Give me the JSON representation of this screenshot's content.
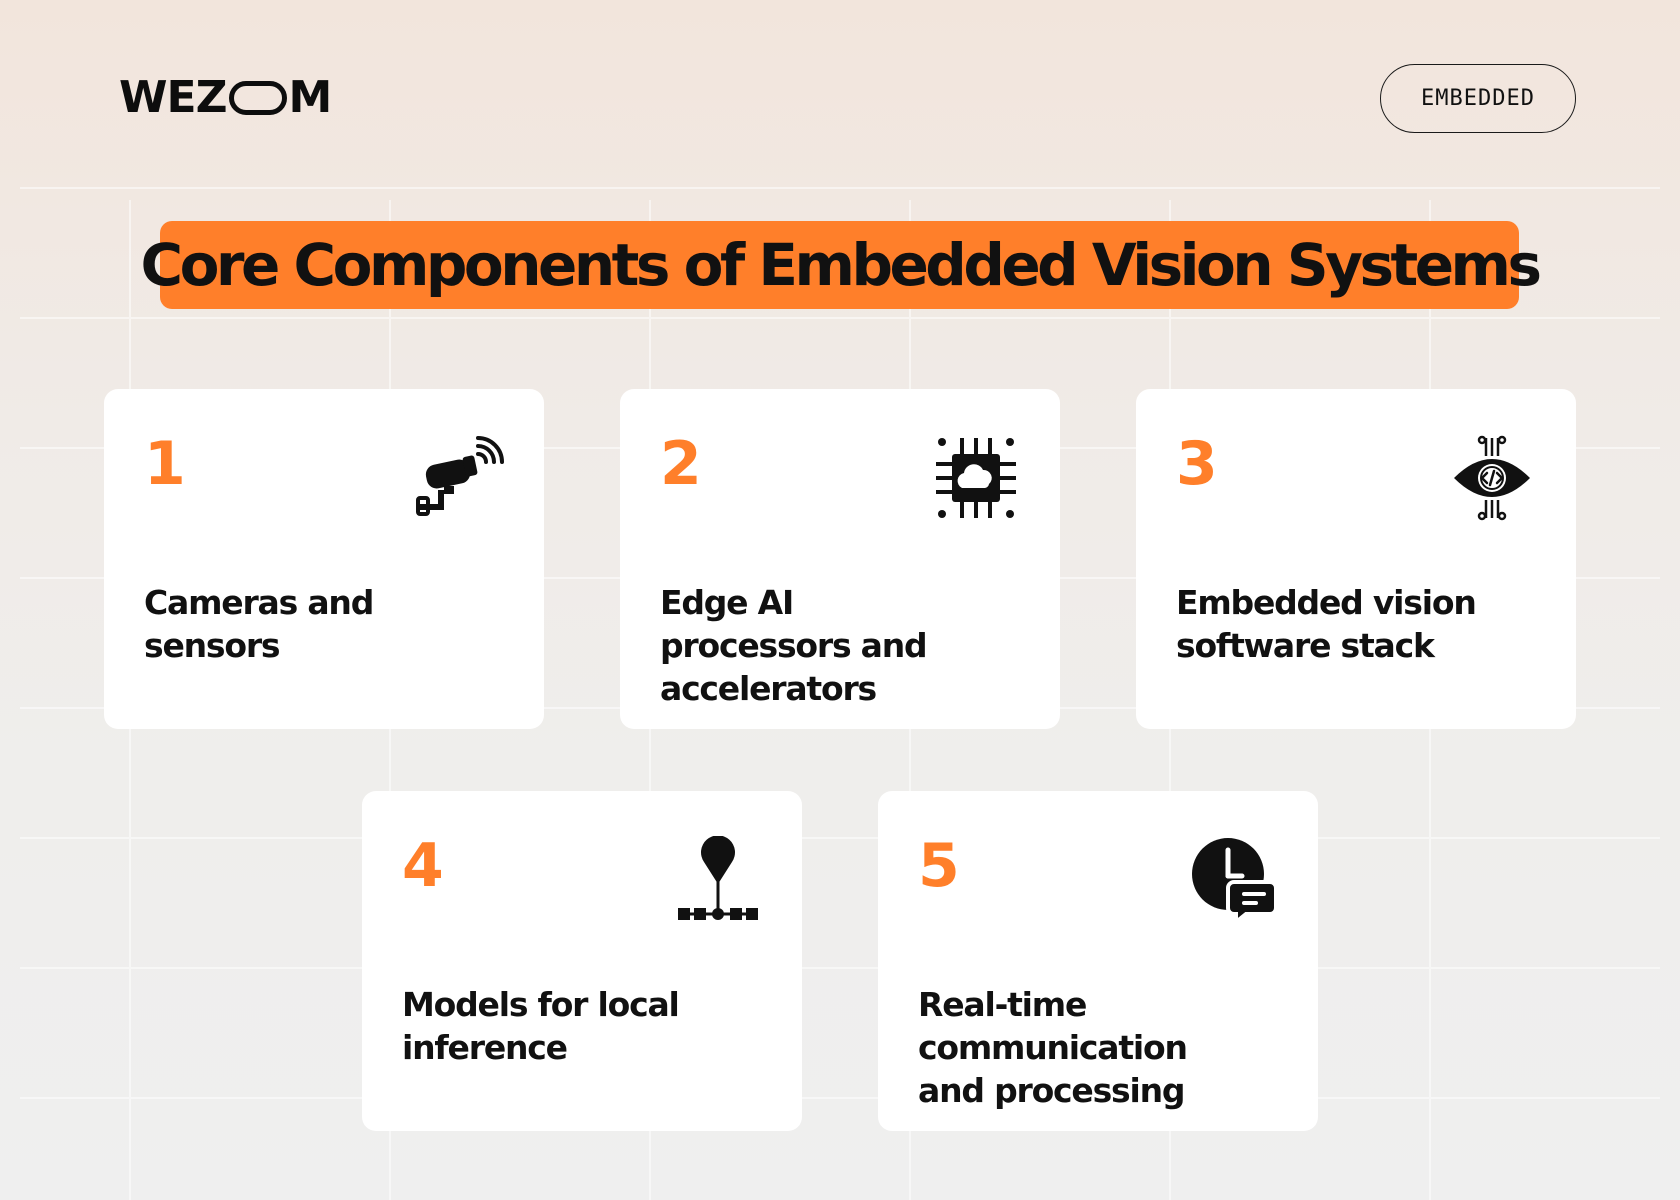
{
  "brand": {
    "logo_left": "WEZ",
    "logo_right": "M",
    "tag": "EMBEDDED"
  },
  "title": "Core Components of Embedded Vision Systems",
  "cards": [
    {
      "number": "1",
      "label": "Cameras and sensors",
      "icon": "security-camera-icon"
    },
    {
      "number": "2",
      "label": "Edge AI processors and accelerators",
      "icon": "ai-chip-icon"
    },
    {
      "number": "3",
      "label": "Embedded vision software stack",
      "icon": "code-eye-icon"
    },
    {
      "number": "4",
      "label": "Models for local inference",
      "icon": "location-pin-network-icon"
    },
    {
      "number": "5",
      "label": "Real-time communication and processing",
      "icon": "clock-chat-icon"
    }
  ],
  "colors": {
    "accent": "#ff7f2a",
    "text": "#111111",
    "card": "#ffffff"
  }
}
